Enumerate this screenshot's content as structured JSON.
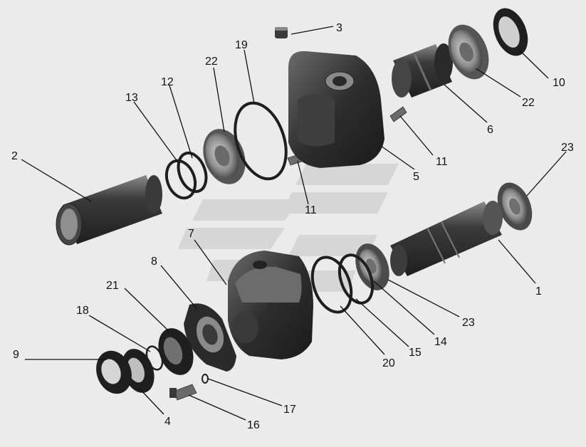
{
  "colors": {
    "background": "#ebebeb",
    "part_dark": "#2b2b2b",
    "part_mid": "#5c5c5c",
    "part_light": "#9a9a9a",
    "watermark": "#d8d8d8",
    "leader": "#111111"
  },
  "parts": [
    {
      "id": "shaft",
      "number": "1"
    },
    {
      "id": "sleeve",
      "number": "2"
    },
    {
      "id": "plug",
      "number": "3"
    },
    {
      "id": "washer-4",
      "number": "4"
    },
    {
      "id": "housing",
      "number": "5"
    },
    {
      "id": "bushing",
      "number": "6"
    },
    {
      "id": "lower-housing",
      "number": "7"
    },
    {
      "id": "flange",
      "number": "8"
    },
    {
      "id": "washer-9",
      "number": "9"
    },
    {
      "id": "seal-ring-10",
      "number": "10"
    },
    {
      "id": "pin-11-right",
      "number": "11"
    },
    {
      "id": "pin-11-left",
      "number": "11"
    },
    {
      "id": "o-ring-12",
      "number": "12"
    },
    {
      "id": "o-ring-13",
      "number": "13"
    },
    {
      "id": "bearing-14",
      "number": "14"
    },
    {
      "id": "o-ring-15",
      "number": "15"
    },
    {
      "id": "bolt",
      "number": "16"
    },
    {
      "id": "lock-washer",
      "number": "17"
    },
    {
      "id": "snap-ring",
      "number": "18"
    },
    {
      "id": "large-o-ring-19",
      "number": "19"
    },
    {
      "id": "large-o-ring-20",
      "number": "20"
    },
    {
      "id": "cup-21",
      "number": "21"
    },
    {
      "id": "bearing-22-left",
      "number": "22"
    },
    {
      "id": "bearing-22-right",
      "number": "22"
    },
    {
      "id": "bearing-23-top",
      "number": "23"
    },
    {
      "id": "bearing-23-bottom",
      "number": "23"
    }
  ]
}
